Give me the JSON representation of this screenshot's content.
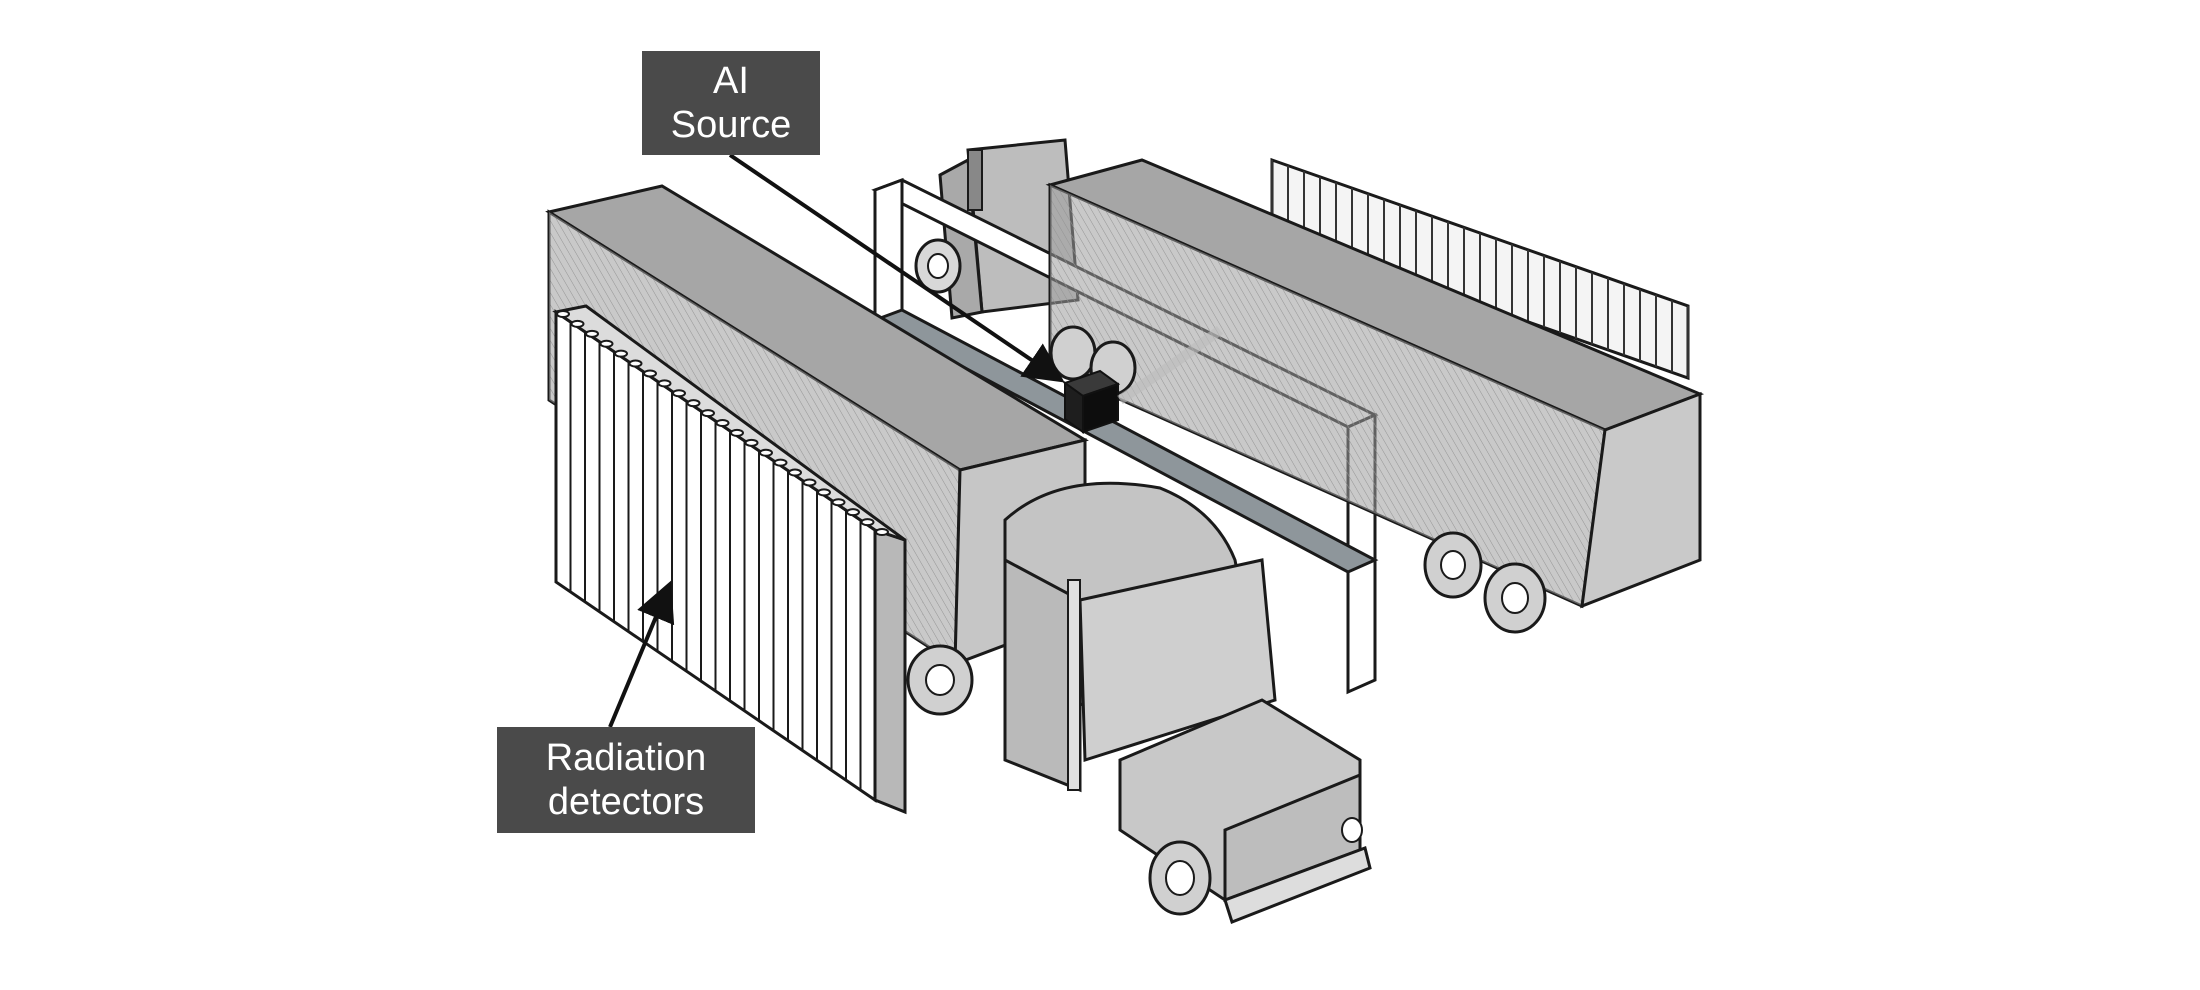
{
  "labels": {
    "ai_source": {
      "line1": "AI",
      "line2": "Source"
    },
    "radiation_detectors": {
      "line1": "Radiation",
      "line2": "detectors"
    }
  },
  "colors": {
    "background": "#ffffff",
    "label_fill": "#4a4a4a",
    "label_text": "#ffffff",
    "trailer_top": "#a8a8a8",
    "trailer_side": "#9c9c9c",
    "trailer_end": "#c4c4c4",
    "detector_fill": "#ffffff",
    "outline": "#1a1a1a",
    "source_block": "#111111"
  },
  "icons": {
    "source": "black-cube-icon",
    "arrow": "pointer-arrow-icon"
  }
}
